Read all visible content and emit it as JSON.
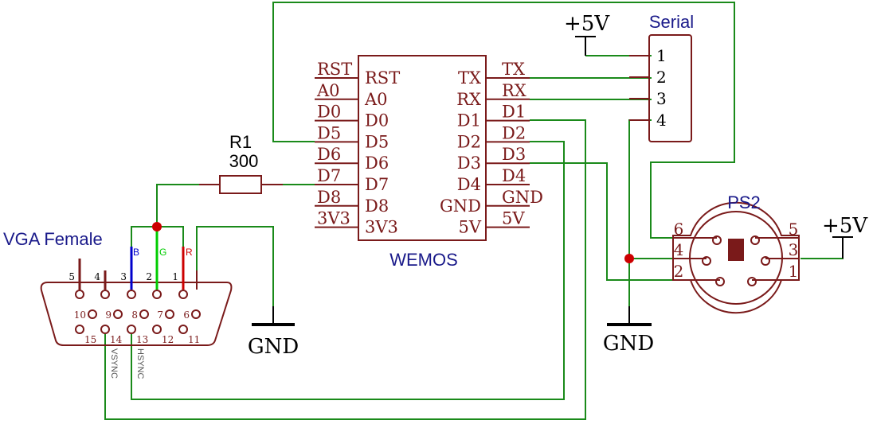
{
  "wemos": {
    "name": "WEMOS",
    "left_pins": [
      {
        "net": "RST",
        "label": "RST"
      },
      {
        "net": "A0",
        "label": "A0"
      },
      {
        "net": "D0",
        "label": "D0"
      },
      {
        "net": "D5",
        "label": "D5"
      },
      {
        "net": "D6",
        "label": "D6"
      },
      {
        "net": "D7",
        "label": "D7"
      },
      {
        "net": "D8",
        "label": "D8"
      },
      {
        "net": "3V3",
        "label": "3V3"
      }
    ],
    "right_pins": [
      {
        "net": "TX",
        "label": "TX"
      },
      {
        "net": "RX",
        "label": "RX"
      },
      {
        "net": "D1",
        "label": "D1"
      },
      {
        "net": "D2",
        "label": "D2"
      },
      {
        "net": "D3",
        "label": "D3"
      },
      {
        "net": "D4",
        "label": "D4"
      },
      {
        "net": "GND",
        "label": "GND"
      },
      {
        "net": "5V",
        "label": "5V"
      }
    ]
  },
  "serial": {
    "name": "Serial",
    "pins": [
      "1",
      "2",
      "3",
      "4"
    ]
  },
  "ps2": {
    "name": "PS2",
    "pins": [
      "6",
      "5",
      "4",
      "3",
      "2",
      "1"
    ]
  },
  "vga": {
    "name": "VGA Female",
    "top_pins": [
      "5",
      "4",
      "3",
      "2",
      "1"
    ],
    "middle_pins": [
      "10",
      "9",
      "8",
      "7",
      "6"
    ],
    "bottom_pins": [
      "15",
      "14",
      "13",
      "12",
      "11"
    ],
    "color_labels": [
      "B",
      "G",
      "R"
    ],
    "sync_labels": [
      "VSYNC",
      "HSYNC"
    ]
  },
  "resistor": {
    "ref": "R1",
    "value": "300"
  },
  "power": {
    "vcc_label": "+5V",
    "gnd_label": "GND"
  },
  "colors": {
    "wire": "#1a8a1a",
    "component": "#7a1a1a",
    "title_text": "#1a1a8a",
    "junction": "#cc0000",
    "vga_blue": "#0000cc",
    "vga_green": "#00cc00",
    "vga_red": "#cc0000"
  }
}
